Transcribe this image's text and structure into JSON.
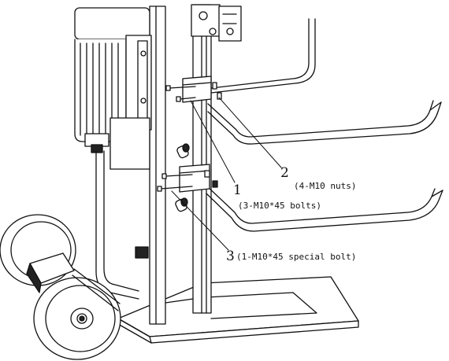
{
  "callouts": [
    {
      "number": "2",
      "description": "(4-M10 nuts)"
    },
    {
      "number": "1",
      "description": "(3-M10*45 bolts)"
    },
    {
      "number": "3",
      "description": "(1-M10*45 special bolt)"
    }
  ],
  "colors": {
    "ink": "#111111",
    "paper": "#ffffff",
    "dark_fill": "#222222"
  }
}
